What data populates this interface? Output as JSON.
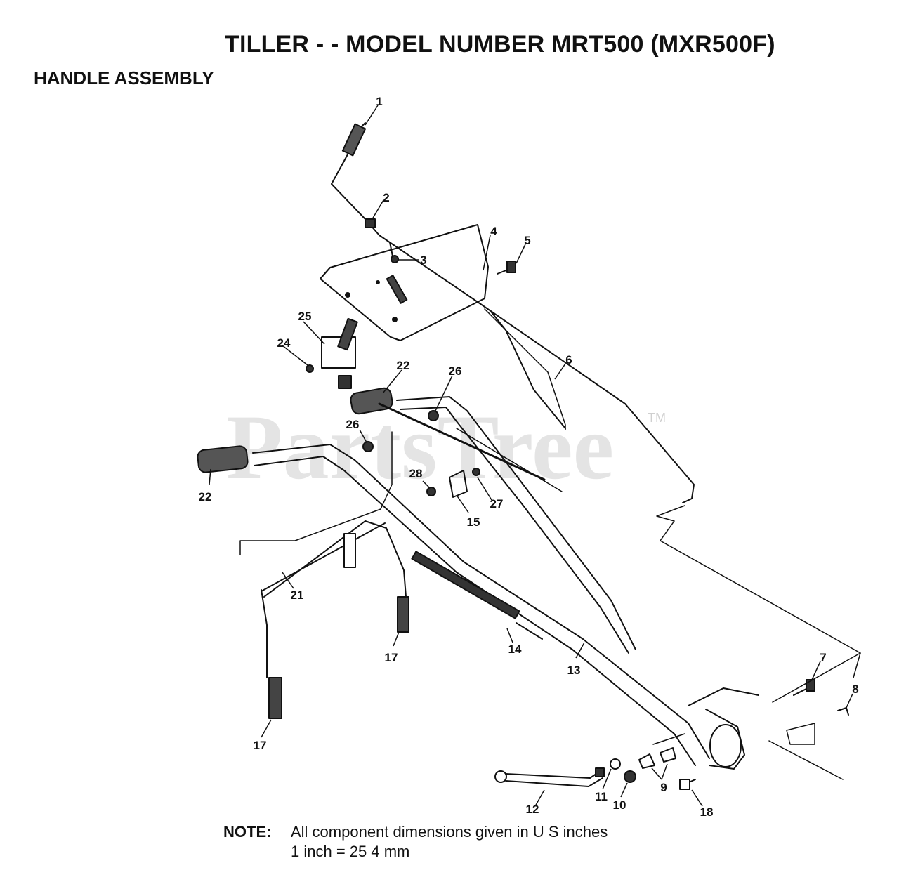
{
  "header": {
    "title": "TILLER - - MODEL NUMBER MRT500 (MXR500F)",
    "section": "HANDLE ASSEMBLY"
  },
  "watermark": {
    "text": "PartsTree",
    "tm": "TM"
  },
  "callouts": [
    "1",
    "2",
    "3",
    "4",
    "5",
    "6",
    "22",
    "24",
    "25",
    "26",
    "26",
    "22",
    "28",
    "15",
    "27",
    "21",
    "17",
    "14",
    "13",
    "17",
    "7",
    "8",
    "12",
    "11",
    "10",
    "9",
    "18"
  ],
  "note": {
    "label": "NOTE:",
    "line1": "All component dimensions given in U S  inches",
    "line2": "1 inch = 25 4 mm"
  }
}
